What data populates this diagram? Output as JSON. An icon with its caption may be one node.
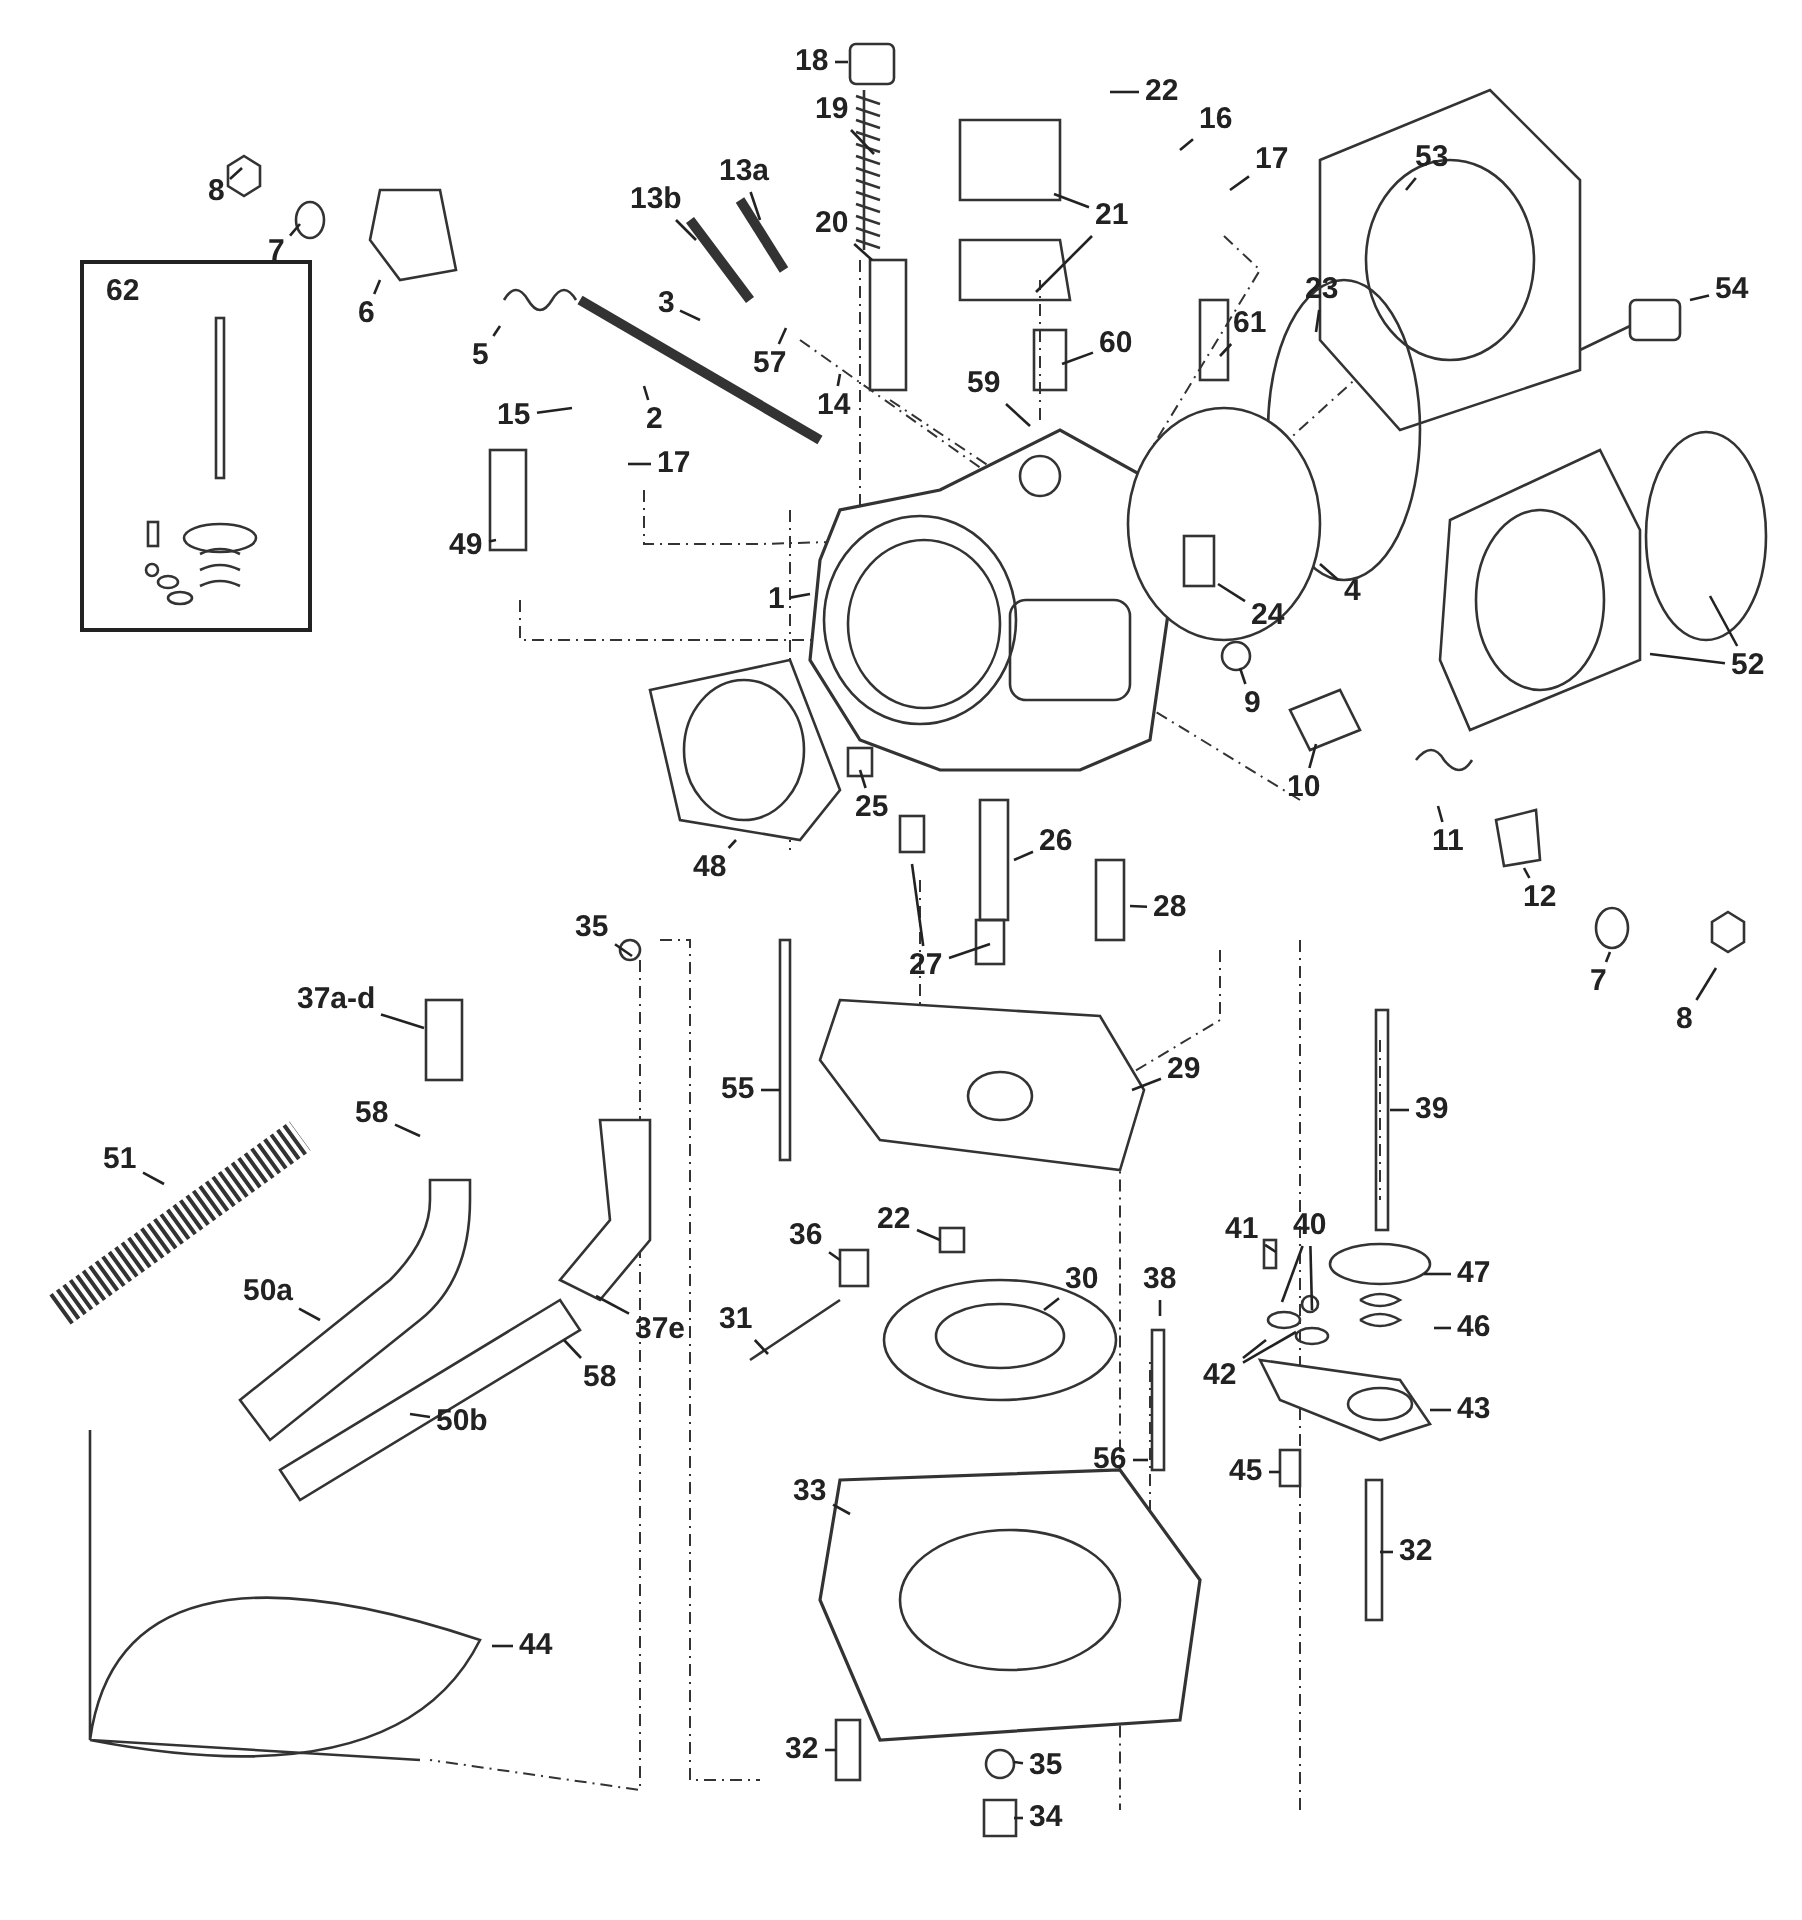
{
  "diagram": {
    "nodes": [
      {
        "text": [
          "62"
        ]
      },
      {
        "text": [
          "8"
        ]
      },
      {
        "text": [
          "7"
        ]
      },
      {
        "text": [
          "6"
        ]
      },
      {
        "text": [
          "5"
        ]
      },
      {
        "text": [
          "13b"
        ]
      },
      {
        "text": [
          "13a"
        ]
      },
      {
        "text": [
          "3"
        ]
      },
      {
        "text": [
          "2"
        ]
      },
      {
        "text": [
          "15"
        ]
      },
      {
        "text": [
          "17"
        ]
      },
      {
        "text": [
          "49"
        ]
      },
      {
        "text": [
          "18"
        ]
      },
      {
        "text": [
          "19"
        ]
      },
      {
        "text": [
          "20"
        ]
      },
      {
        "text": [
          "21"
        ]
      },
      {
        "text": [
          "22"
        ]
      },
      {
        "text": [
          "16"
        ]
      },
      {
        "text": [
          "17"
        ]
      },
      {
        "text": [
          "57"
        ]
      },
      {
        "text": [
          "14"
        ]
      },
      {
        "text": [
          "59"
        ]
      },
      {
        "text": [
          "60"
        ]
      },
      {
        "text": [
          "61"
        ]
      },
      {
        "text": [
          "23"
        ]
      },
      {
        "text": [
          "53"
        ]
      },
      {
        "text": [
          "54"
        ]
      },
      {
        "text": [
          "4"
        ]
      },
      {
        "text": [
          "24"
        ]
      },
      {
        "text": [
          "1"
        ]
      },
      {
        "text": [
          "9"
        ]
      },
      {
        "text": [
          "10"
        ]
      },
      {
        "text": [
          "11"
        ]
      },
      {
        "text": [
          "12"
        ]
      },
      {
        "text": [
          "7"
        ]
      },
      {
        "text": [
          "8"
        ]
      },
      {
        "text": [
          "52"
        ]
      },
      {
        "text": [
          "48"
        ]
      },
      {
        "text": [
          "25"
        ]
      },
      {
        "text": [
          "26"
        ]
      },
      {
        "text": [
          "28"
        ]
      },
      {
        "text": [
          "27"
        ]
      },
      {
        "text": [
          "35"
        ]
      },
      {
        "text": [
          "37a-d"
        ]
      },
      {
        "text": [
          "58"
        ]
      },
      {
        "text": [
          "51"
        ]
      },
      {
        "text": [
          "50a"
        ]
      },
      {
        "text": [
          "58"
        ]
      },
      {
        "text": [
          "37e"
        ]
      },
      {
        "text": [
          "50b"
        ]
      },
      {
        "text": [
          "55"
        ]
      },
      {
        "text": [
          "29"
        ]
      },
      {
        "text": [
          "36"
        ]
      },
      {
        "text": [
          "22"
        ]
      },
      {
        "text": [
          "30"
        ]
      },
      {
        "text": [
          "31"
        ]
      },
      {
        "text": [
          "38"
        ]
      },
      {
        "text": [
          "56"
        ]
      },
      {
        "text": [
          "33"
        ]
      },
      {
        "text": [
          "44"
        ]
      },
      {
        "text": [
          "32"
        ]
      },
      {
        "text": [
          "35"
        ]
      },
      {
        "text": [
          "34"
        ]
      },
      {
        "text": [
          "39"
        ]
      },
      {
        "text": [
          "41"
        ]
      },
      {
        "text": [
          "40"
        ]
      },
      {
        "text": [
          "47"
        ]
      },
      {
        "text": [
          "42"
        ]
      },
      {
        "text": [
          "46"
        ]
      },
      {
        "text": [
          "43"
        ]
      },
      {
        "text": [
          "45"
        ]
      },
      {
        "text": [
          "32"
        ]
      }
    ],
    "edges": [
      {
        "from": 1,
        "to": null,
        "arrow": "none"
      },
      {
        "from": 2,
        "to": null,
        "arrow": "none"
      },
      {
        "from": 3,
        "to": null,
        "arrow": "none"
      },
      {
        "from": 4,
        "to": null,
        "arrow": "none"
      },
      {
        "from": 5,
        "to": null,
        "arrow": "none"
      },
      {
        "from": 6,
        "to": null,
        "arrow": "none"
      },
      {
        "from": 7,
        "to": null,
        "arrow": "none"
      },
      {
        "from": 8,
        "to": null,
        "arrow": "none"
      },
      {
        "from": 9,
        "to": null,
        "arrow": "none"
      },
      {
        "from": 10,
        "to": null,
        "arrow": "none"
      },
      {
        "from": 11,
        "to": null,
        "arrow": "none"
      },
      {
        "from": 12,
        "to": null,
        "arrow": "none"
      },
      {
        "from": 13,
        "to": null,
        "arrow": "none"
      },
      {
        "from": 14,
        "to": null,
        "arrow": "none"
      },
      {
        "from": 15,
        "to": null,
        "arrow": "none"
      },
      {
        "from": 15,
        "to": null,
        "arrow": "none"
      },
      {
        "from": 16,
        "to": null,
        "arrow": "none"
      },
      {
        "from": 17,
        "to": null,
        "arrow": "none"
      },
      {
        "from": 18,
        "to": null,
        "arrow": "none"
      },
      {
        "from": 19,
        "to": null,
        "arrow": "none"
      },
      {
        "from": 20,
        "to": null,
        "arrow": "none"
      },
      {
        "from": 21,
        "to": null,
        "arrow": "none"
      },
      {
        "from": 22,
        "to": null,
        "arrow": "none"
      },
      {
        "from": 23,
        "to": null,
        "arrow": "none"
      },
      {
        "from": 24,
        "to": null,
        "arrow": "none"
      },
      {
        "from": 25,
        "to": null,
        "arrow": "none"
      },
      {
        "from": 26,
        "to": null,
        "arrow": "none"
      },
      {
        "from": 27,
        "to": null,
        "arrow": "none"
      },
      {
        "from": 28,
        "to": null,
        "arrow": "none"
      },
      {
        "from": 29,
        "to": null,
        "arrow": "none"
      },
      {
        "from": 30,
        "to": null,
        "arrow": "none"
      },
      {
        "from": 31,
        "to": null,
        "arrow": "none"
      },
      {
        "from": 32,
        "to": null,
        "arrow": "none"
      },
      {
        "from": 33,
        "to": null,
        "arrow": "none"
      },
      {
        "from": 34,
        "to": null,
        "arrow": "none"
      },
      {
        "from": 35,
        "to": null,
        "arrow": "none"
      },
      {
        "from": 36,
        "to": null,
        "arrow": "none"
      },
      {
        "from": 36,
        "to": null,
        "arrow": "none"
      },
      {
        "from": 37,
        "to": null,
        "arrow": "none"
      },
      {
        "from": 38,
        "to": null,
        "arrow": "none"
      },
      {
        "from": 39,
        "to": null,
        "arrow": "none"
      },
      {
        "from": 40,
        "to": null,
        "arrow": "none"
      },
      {
        "from": 41,
        "to": null,
        "arrow": "none"
      },
      {
        "from": 41,
        "to": null,
        "arrow": "none"
      },
      {
        "from": 42,
        "to": null,
        "arrow": "none"
      },
      {
        "from": 43,
        "to": null,
        "arrow": "none"
      },
      {
        "from": 44,
        "to": null,
        "arrow": "none"
      },
      {
        "from": 45,
        "to": null,
        "arrow": "none"
      },
      {
        "from": 46,
        "to": null,
        "arrow": "none"
      },
      {
        "from": 47,
        "to": null,
        "arrow": "none"
      },
      {
        "from": 48,
        "to": null,
        "arrow": "none"
      },
      {
        "from": 49,
        "to": null,
        "arrow": "none"
      },
      {
        "from": 50,
        "to": null,
        "arrow": "none"
      },
      {
        "from": 51,
        "to": null,
        "arrow": "none"
      },
      {
        "from": 52,
        "to": null,
        "arrow": "none"
      },
      {
        "from": 53,
        "to": null,
        "arrow": "none"
      },
      {
        "from": 54,
        "to": null,
        "arrow": "none"
      },
      {
        "from": 55,
        "to": null,
        "arrow": "none"
      },
      {
        "from": 56,
        "to": null,
        "arrow": "none"
      },
      {
        "from": 57,
        "to": null,
        "arrow": "none"
      },
      {
        "from": 58,
        "to": null,
        "arrow": "none"
      },
      {
        "from": 59,
        "to": null,
        "arrow": "none"
      },
      {
        "from": 60,
        "to": null,
        "arrow": "none"
      },
      {
        "from": 61,
        "to": null,
        "arrow": "none"
      },
      {
        "from": 62,
        "to": null,
        "arrow": "none"
      },
      {
        "from": 63,
        "to": null,
        "arrow": "none"
      },
      {
        "from": 64,
        "to": null,
        "arrow": "none"
      },
      {
        "from": 65,
        "to": null,
        "arrow": "none"
      },
      {
        "from": 65,
        "to": null,
        "arrow": "none"
      },
      {
        "from": 66,
        "to": null,
        "arrow": "none"
      },
      {
        "from": 67,
        "to": null,
        "arrow": "none"
      },
      {
        "from": 67,
        "to": null,
        "arrow": "none"
      },
      {
        "from": 68,
        "to": null,
        "arrow": "none"
      },
      {
        "from": 69,
        "to": null,
        "arrow": "none"
      },
      {
        "from": 70,
        "to": null,
        "arrow": "none"
      },
      {
        "from": 71,
        "to": null,
        "arrow": "none"
      }
    ]
  }
}
